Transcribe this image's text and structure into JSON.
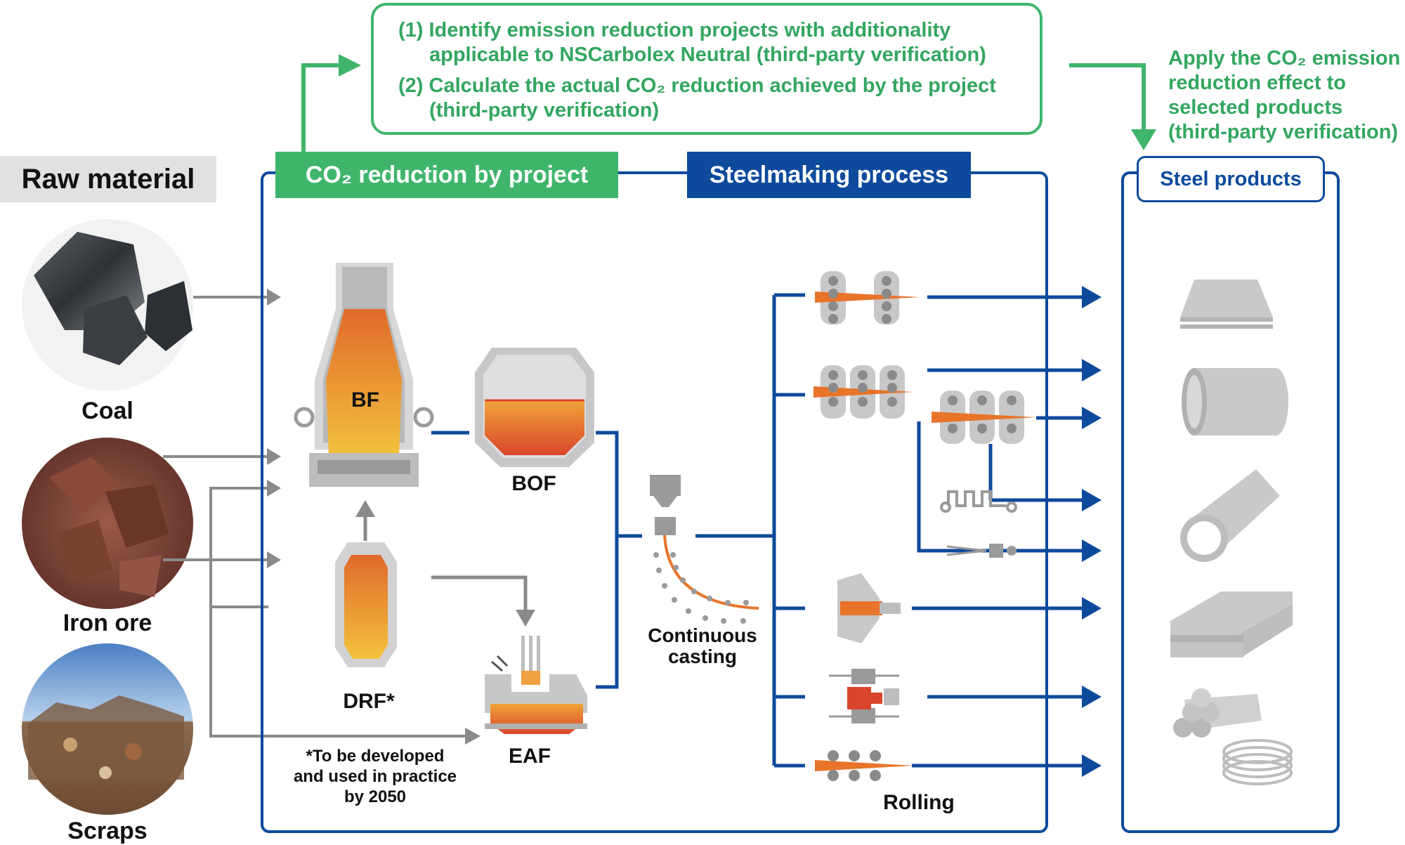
{
  "raw_material": {
    "title": "Raw material",
    "items": [
      {
        "label": "Coal"
      },
      {
        "label": "Iron ore"
      },
      {
        "label": "Scraps"
      }
    ]
  },
  "verification": {
    "line1a": "(1) Identify emission reduction projects with additionality",
    "line1b": "applicable to NSCarbolex Neutral (third-party verification)",
    "line2a": "(2) Calculate the actual CO₂ reduction achieved by the project",
    "line2b": "(third-party verification)"
  },
  "apply_note": {
    "lines": [
      "Apply the CO₂ emission",
      "reduction effect to",
      "selected products",
      "(third-party verification)"
    ]
  },
  "headers": {
    "co2_reduction": "CO₂ reduction by project",
    "steelmaking": "Steelmaking process",
    "steel_products": "Steel products"
  },
  "process": {
    "bf": "BF",
    "bof": "BOF",
    "drf": "DRF*",
    "eaf": "EAF",
    "continuous_casting": "Continuous casting",
    "rolling": "Rolling"
  },
  "footnote": {
    "lines": [
      "*To be developed",
      "and used in practice",
      "by 2050"
    ]
  },
  "colors": {
    "green": "#3fb56c",
    "blue": "#0d4a9c",
    "gray": "#8a8a8a",
    "molten": "#e8742a"
  },
  "icons": [
    "coal-photo",
    "iron-ore-photo",
    "scraps-photo",
    "blast-furnace-icon",
    "bof-icon",
    "drf-icon",
    "eaf-icon",
    "continuous-caster-icon",
    "rolling-mill-icon",
    "steel-sheet-icon",
    "steel-pipe-icon",
    "steel-tube-icon",
    "h-beam-icon",
    "steel-bar-coil-icon"
  ]
}
